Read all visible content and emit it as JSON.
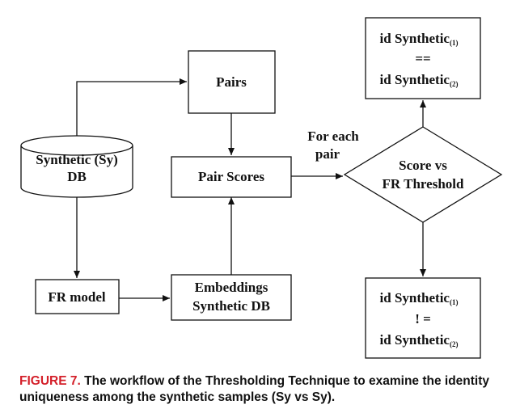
{
  "diagram": {
    "nodes": {
      "db_line1": "Synthetic (Sy)",
      "db_line2": "DB",
      "pairs": "Pairs",
      "pair_scores": "Pair Scores",
      "fr_model": "FR model",
      "embeddings_line1": "Embeddings",
      "embeddings_line2": "Synthetic DB",
      "decision_line1": "Score vs",
      "decision_line2": "FR Threshold",
      "same_top": "id Synthetic",
      "same_top_sub": "(1)",
      "same_op": "==",
      "same_bottom": "id Synthetic",
      "same_bottom_sub": "(2)",
      "diff_top": "id Synthetic",
      "diff_top_sub": "(1)",
      "diff_op": "! =",
      "diff_bottom": "id Synthetic",
      "diff_bottom_sub": "(2)"
    },
    "edge_label_line1": "For each",
    "edge_label_line2": "pair"
  },
  "caption": {
    "label": "FIGURE 7.",
    "text": "The workflow of the Thresholding Technique to examine the identity uniqueness among the synthetic samples (Sy vs Sy)."
  }
}
